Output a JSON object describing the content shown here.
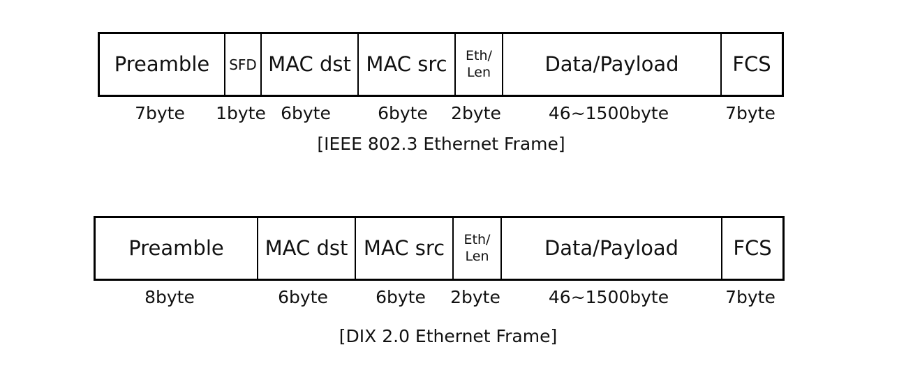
{
  "ieee": {
    "caption": "[IEEE 802.3 Ethernet Frame]",
    "fields": [
      {
        "label": "Preamble",
        "size": "7byte"
      },
      {
        "label": "SFD",
        "size": "1byte"
      },
      {
        "label": "MAC dst",
        "size": "6byte"
      },
      {
        "label": "MAC src",
        "size": "6byte"
      },
      {
        "label_line1": "Eth/",
        "label_line2": "Len",
        "size": "2byte"
      },
      {
        "label": "Data/Payload",
        "size": "46~1500byte"
      },
      {
        "label": "FCS",
        "size": "7byte"
      }
    ]
  },
  "dix": {
    "caption": "[DIX 2.0 Ethernet Frame]",
    "fields": [
      {
        "label": "Preamble",
        "size": "8byte"
      },
      {
        "label": "MAC dst",
        "size": "6byte"
      },
      {
        "label": "MAC src",
        "size": "6byte"
      },
      {
        "label_line1": "Eth/",
        "label_line2": "Len",
        "size": "2byte"
      },
      {
        "label": "Data/Payload",
        "size": "46~1500byte"
      },
      {
        "label": "FCS",
        "size": "7byte"
      }
    ]
  }
}
